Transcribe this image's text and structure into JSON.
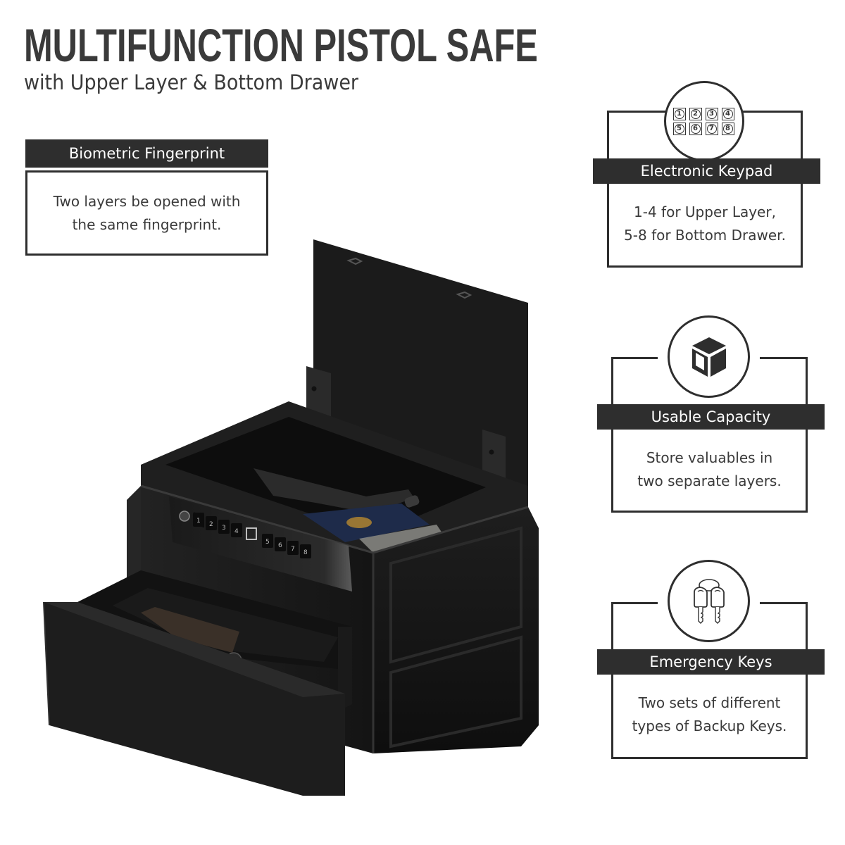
{
  "header": {
    "title": "MULTIFUNCTION PISTOL SAFE",
    "subtitle": "with Upper Layer & Bottom Drawer"
  },
  "features": [
    {
      "id": "biometric",
      "label": "Biometric Fingerprint",
      "description_lines": [
        "Two layers be opened with",
        "the same fingerprint."
      ]
    },
    {
      "id": "keypad",
      "icon": "keypad-icon",
      "keys": [
        "1",
        "2",
        "3",
        "4",
        "5",
        "6",
        "7",
        "8"
      ],
      "label": "Electronic Keypad",
      "description_lines": [
        "1-4 for Upper Layer,",
        "5-8 for Bottom Drawer."
      ]
    },
    {
      "id": "capacity",
      "icon": "cube-icon",
      "label": "Usable Capacity",
      "description_lines": [
        "Store valuables in",
        "two separate layers."
      ]
    },
    {
      "id": "keys",
      "icon": "keys-icon",
      "label": "Emergency Keys",
      "description_lines": [
        "Two sets of different",
        "types of Backup Keys."
      ]
    }
  ],
  "product": {
    "name": "pistol-safe-illustration",
    "keypad_buttons_upper": [
      "1",
      "2",
      "3",
      "4"
    ],
    "keypad_buttons_lower": [
      "5",
      "6",
      "7",
      "8"
    ]
  },
  "colors": {
    "label_bg": "#2e2e2e",
    "text": "#3a3a3a",
    "safe_body": "#1c1c1c",
    "background": "#ffffff"
  }
}
